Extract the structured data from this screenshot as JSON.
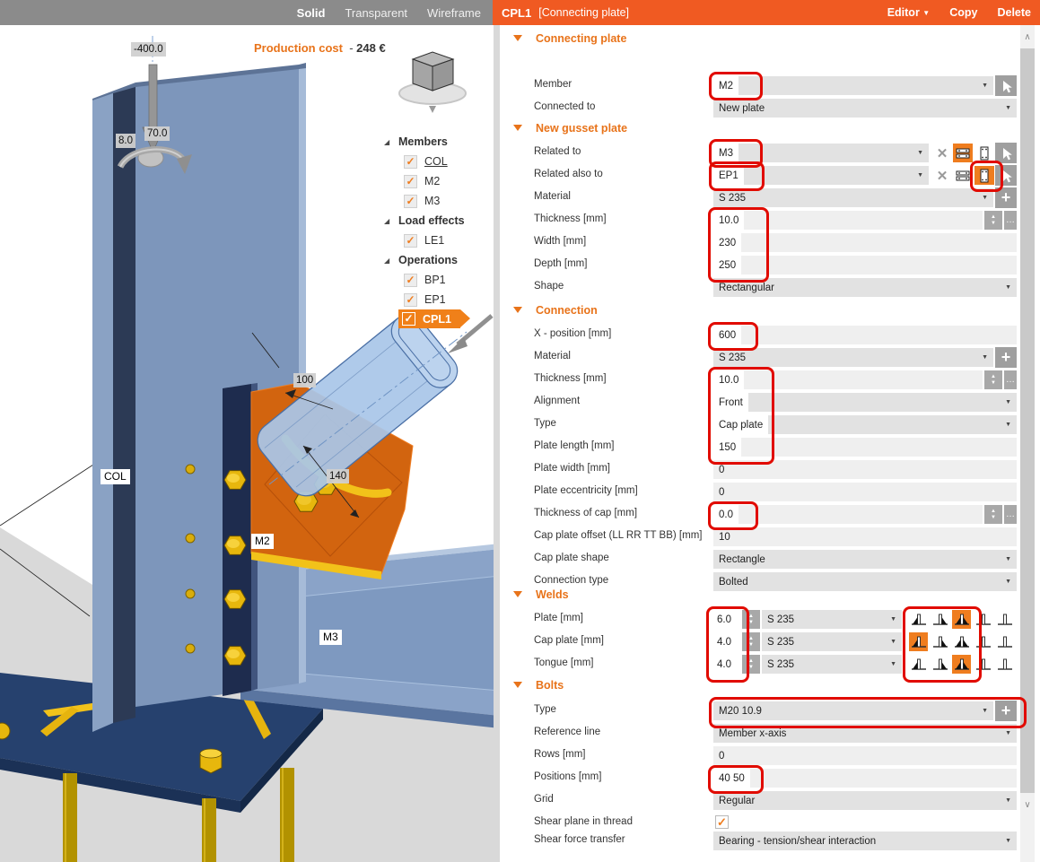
{
  "toolbar": {
    "solid": "Solid",
    "transparent": "Transparent",
    "wireframe": "Wireframe"
  },
  "header": {
    "operation_id": "CPL1",
    "operation_type": "[Connecting plate]",
    "editor_label": "Editor",
    "copy_label": "Copy",
    "delete_label": "Delete"
  },
  "viewport": {
    "production_cost_label": "Production cost",
    "production_cost_sep": "-",
    "production_cost_value": "248 €",
    "force_label": "-400.0",
    "moment_label_1": "8.0",
    "moment_label_2": "70.0",
    "dim_1": "100",
    "dim_2": "140",
    "label_col": "COL",
    "label_m2": "M2",
    "label_m3": "M3"
  },
  "tree": {
    "sections": [
      {
        "label": "Members",
        "items": [
          {
            "label": "COL"
          },
          {
            "label": "M2"
          },
          {
            "label": "M3"
          }
        ]
      },
      {
        "label": "Load effects",
        "items": [
          {
            "label": "LE1"
          }
        ]
      },
      {
        "label": "Operations",
        "items": [
          {
            "label": "BP1"
          },
          {
            "label": "EP1"
          },
          {
            "label": "CPL1"
          }
        ]
      }
    ],
    "check_glyph": "✓"
  },
  "properties": {
    "rows": [
      {
        "label": "Connecting plate"
      },
      {
        "label": "Member",
        "value": "M2"
      },
      {
        "label": "Connected to",
        "value": "New plate"
      },
      {
        "label": "New gusset plate"
      },
      {
        "label": "Related to",
        "value": "M3"
      },
      {
        "label": "Related also to",
        "value": "EP1"
      },
      {
        "label": "Material",
        "value": "S 235"
      },
      {
        "label": "Thickness [mm]",
        "value": "10.0"
      },
      {
        "label": "Width [mm]",
        "value": "230"
      },
      {
        "label": "Depth [mm]",
        "value": "250"
      },
      {
        "label": "Shape",
        "value": "Rectangular"
      },
      {
        "label": "Connection"
      },
      {
        "label": "X - position [mm]",
        "value": "600"
      },
      {
        "label": "Material",
        "value": "S 235"
      },
      {
        "label": "Thickness [mm]",
        "value": "10.0"
      },
      {
        "label": "Alignment",
        "value": "Front"
      },
      {
        "label": "Type",
        "value": "Cap plate"
      },
      {
        "label": "Plate length [mm]",
        "value": "150"
      },
      {
        "label": "Plate width [mm]",
        "value": "0"
      },
      {
        "label": "Plate eccentricity [mm]",
        "value": "0"
      },
      {
        "label": "Thickness of cap [mm]",
        "value": "0.0"
      },
      {
        "label": "Cap plate offset (LL RR TT BB) [mm]",
        "value": "10"
      },
      {
        "label": "Cap plate shape",
        "value": "Rectangle"
      },
      {
        "label": "Connection type",
        "value": "Bolted"
      },
      {
        "label": "Welds"
      },
      {
        "label": "Plate [mm]",
        "value": "6.0",
        "material": "S 235"
      },
      {
        "label": "Cap plate [mm]",
        "value": "4.0",
        "material": "S 235"
      },
      {
        "label": "Tongue [mm]",
        "value": "4.0",
        "material": "S 235"
      },
      {
        "label": "Bolts"
      },
      {
        "label": "Type",
        "value": "M20 10.9"
      },
      {
        "label": "Reference line",
        "value": "Member x-axis"
      },
      {
        "label": "Rows [mm]",
        "value": "0"
      },
      {
        "label": "Positions [mm]",
        "value": "40 50"
      },
      {
        "label": "Grid",
        "value": "Regular"
      },
      {
        "label": "Shear plane in thread",
        "checked": true,
        "check_glyph": "✓"
      },
      {
        "label": "Shear force transfer",
        "value": "Bearing - tension/shear interaction"
      }
    ]
  },
  "colors": {
    "accent_orange": "#f05a22",
    "section_orange": "#e8731a",
    "selection_orange": "#f08019",
    "annotation_red": "#e10b00",
    "steel_blue": "#7d96bb",
    "plate_orange": "#d2640f",
    "weld_yellow": "#f2c21a",
    "navy": "#1e2c4e"
  }
}
